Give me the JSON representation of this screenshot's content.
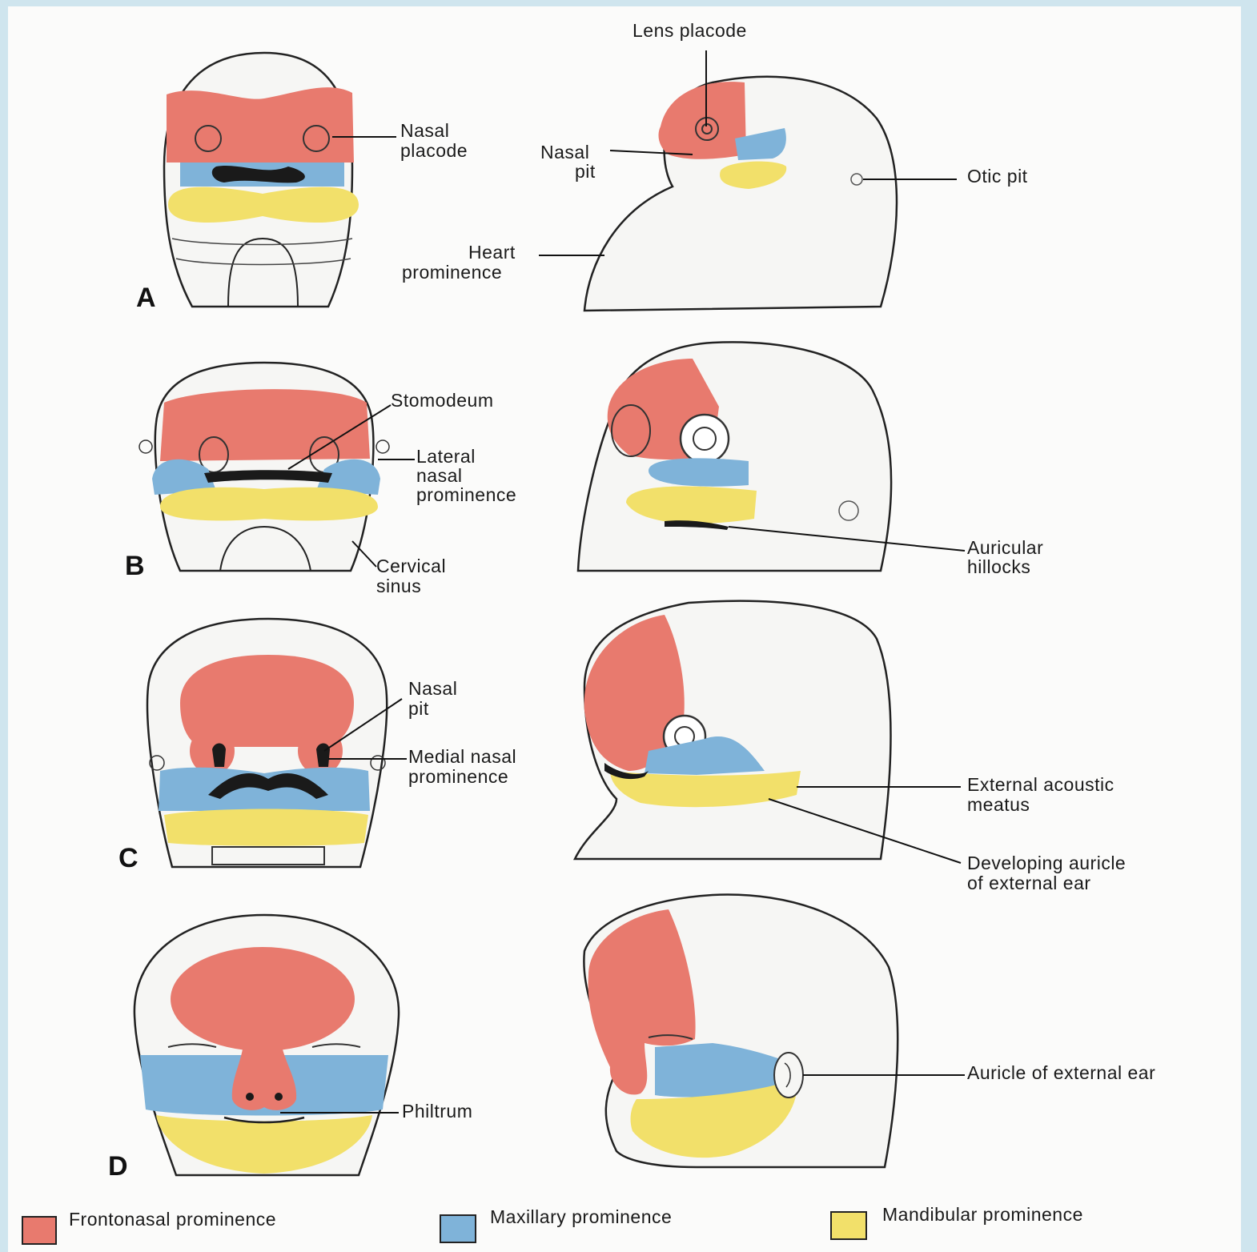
{
  "panels": {
    "A": {
      "letter": "A",
      "labels": {
        "lens_placode": "Lens placode",
        "nasal_placode_1": "Nasal",
        "nasal_placode_2": "placode",
        "nasal_pit_1": "Nasal",
        "nasal_pit_2": "pit",
        "otic_pit": "Otic pit",
        "heart_1": "Heart",
        "heart_2": "prominence"
      }
    },
    "B": {
      "letter": "B",
      "labels": {
        "stomodeum": "Stomodeum",
        "lateral_1": "Lateral",
        "lateral_2": "nasal",
        "lateral_3": "prominence",
        "cervical_1": "Cervical",
        "cervical_2": "sinus",
        "auricular_1": "Auricular",
        "auricular_2": "hillocks"
      }
    },
    "C": {
      "letter": "C",
      "labels": {
        "nasal_pit_1": "Nasal",
        "nasal_pit_2": "pit",
        "medial_1": "Medial nasal",
        "medial_2": "prominence",
        "eam_1": "External acoustic",
        "eam_2": "meatus",
        "auricle_dev_1": "Developing auricle",
        "auricle_dev_2": "of external ear"
      }
    },
    "D": {
      "letter": "D",
      "labels": {
        "philtrum": "Philtrum",
        "auricle_ext": "Auricle of external ear"
      }
    }
  },
  "legend": {
    "items": [
      {
        "label": "Frontonasal prominence",
        "color": "#e87a6e"
      },
      {
        "label": "Maxillary prominence",
        "color": "#7fb3d9"
      },
      {
        "label": "Mandibular prominence",
        "color": "#f2e06a"
      }
    ]
  }
}
